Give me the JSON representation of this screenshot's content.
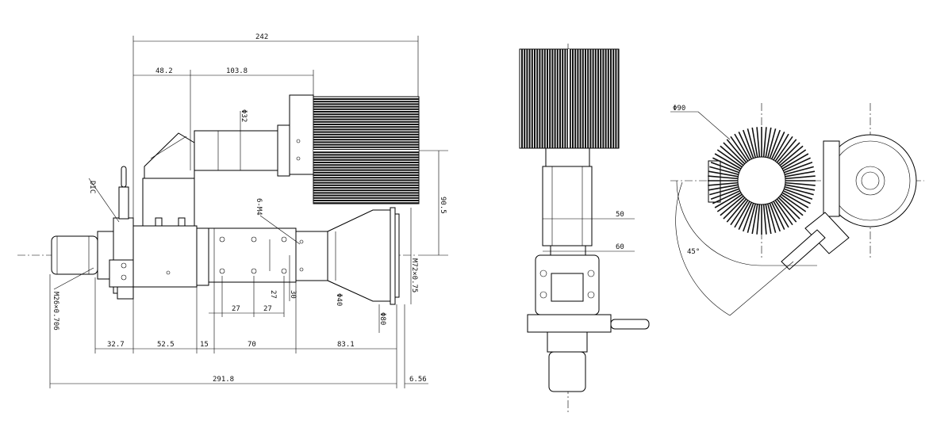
{
  "dimensions": {
    "overall_top": "242",
    "top_left": "48.2",
    "top_right": "103.8",
    "diam_32": "Φ32",
    "label_dic": "DIC",
    "label_6m4": "6-M4",
    "height_90_5": "90.5",
    "m72": "M72×0.75",
    "diam_40": "Φ40",
    "diam_80": "Φ80",
    "m26": "M26×0.706",
    "dim_27a": "27",
    "dim_27b": "27",
    "dim_27v": "27",
    "dim_30": "30",
    "bottom_32_7": "32.7",
    "bottom_52_5": "52.5",
    "bottom_15": "15",
    "bottom_70": "70",
    "bottom_83_1": "83.1",
    "overall_bottom": "291.8",
    "right_6_56": "6.56",
    "side_50": "50",
    "side_60": "60",
    "round_diam_90": "Φ90",
    "angle_45": "45°"
  },
  "colors": {
    "line": "#000000",
    "background": "#ffffff"
  }
}
